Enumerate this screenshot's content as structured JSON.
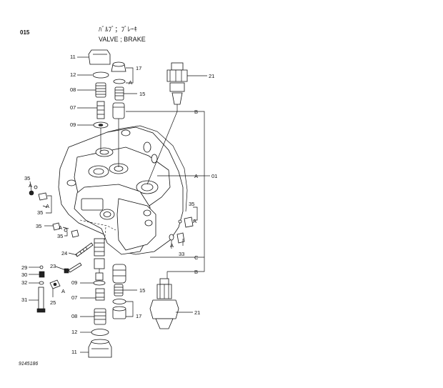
{
  "header": {
    "page_code": "015",
    "title_jp": "ﾊﾞﾙﾌﾞ；ﾌﾞﾚｰｷ",
    "title_en": "VALVE ; BRAKE"
  },
  "footer": {
    "drawing_number": "9145186"
  },
  "callouts": {
    "c11a": "11",
    "c12a": "12",
    "c08a": "08",
    "c07a": "07",
    "c09a": "09",
    "c17a": "17",
    "c15a": "15",
    "c21a": "21",
    "c01": "01",
    "c35a": "35",
    "c35b": "35",
    "c35c": "35",
    "c35d": "35",
    "c33": "33",
    "c24": "24",
    "c23": "23",
    "c29": "29",
    "c30": "30",
    "c32": "32",
    "c31": "31",
    "c25": "25",
    "c09b": "09",
    "c07b": "07",
    "c08b": "08",
    "c12b": "12",
    "c11b": "11",
    "c15b": "15",
    "c17b": "17",
    "c21b": "21"
  },
  "refs": {
    "A1": "A",
    "A2": "A",
    "A3": "A",
    "A4": "A",
    "A5": "A",
    "A6": "A",
    "A7": "A",
    "A8": "A",
    "B1": "B",
    "B2": "B",
    "C1": "C",
    "C2": "C"
  }
}
